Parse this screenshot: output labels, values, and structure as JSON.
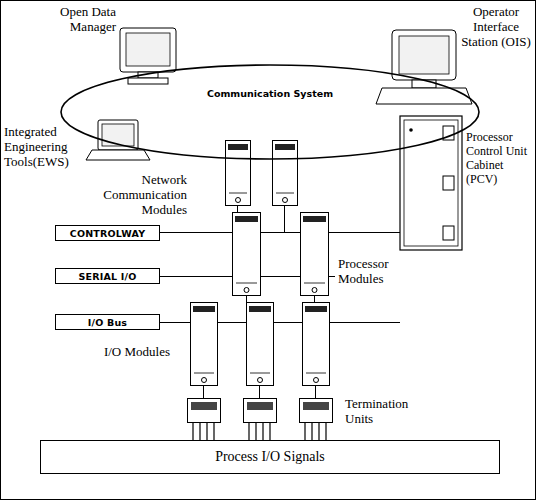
{
  "diagram": {
    "nodes": [
      {
        "text": [
          "Communication System"
        ]
      },
      {
        "text": [
          "CONTROLWAY"
        ]
      },
      {
        "text": [
          "SERIAL I/O"
        ]
      },
      {
        "text": [
          "I/O Bus"
        ]
      },
      {
        "text": [
          "Process I/O Signals"
        ]
      }
    ],
    "labels": [
      "Open Data Manager",
      "Operator Interface Station (OIS)",
      "Integrated Engineering Tools(EWS)",
      "Network Communication Modules",
      "Processor Control Unit Cabinet (PCV)",
      "Processor Modules",
      "I/O Modules",
      "Termination Units"
    ]
  }
}
